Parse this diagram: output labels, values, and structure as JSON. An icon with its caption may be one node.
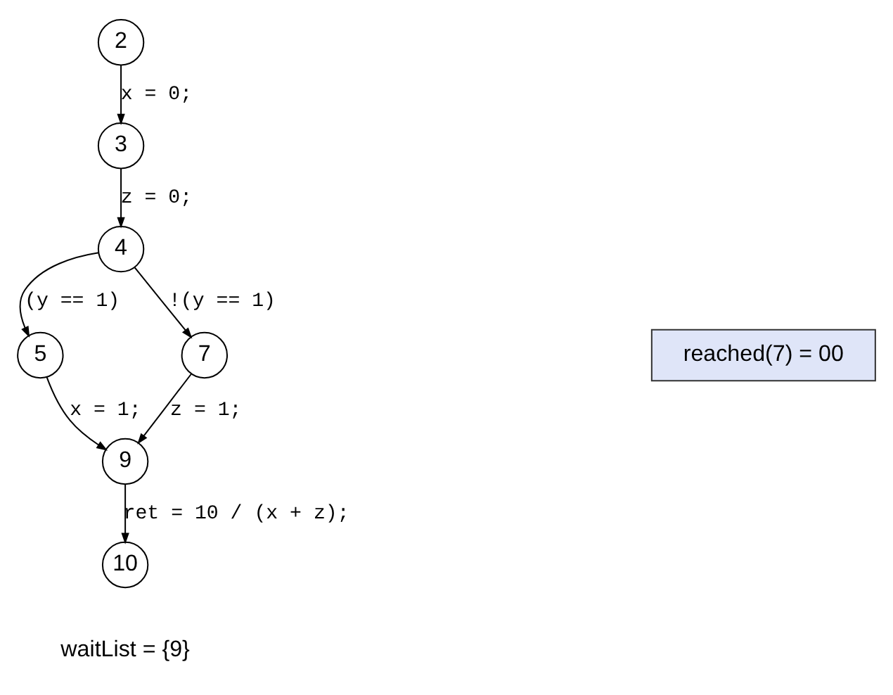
{
  "diagram": {
    "nodes": [
      {
        "text": [
          "2"
        ]
      },
      {
        "text": [
          "3"
        ]
      },
      {
        "text": [
          "4"
        ]
      },
      {
        "text": [
          "5"
        ]
      },
      {
        "text": [
          "7"
        ]
      },
      {
        "text": [
          "9"
        ]
      },
      {
        "text": [
          "10"
        ]
      },
      {
        "text": [
          "reached(7) = 00"
        ]
      }
    ],
    "edges": [
      {
        "from": 0,
        "to": 1,
        "arrow": "to",
        "label": "x = 0;"
      },
      {
        "from": 1,
        "to": 2,
        "arrow": "to",
        "label": "z = 0;"
      },
      {
        "from": 2,
        "to": 3,
        "arrow": "to",
        "label": "(y == 1)"
      },
      {
        "from": 2,
        "to": 4,
        "arrow": "to",
        "label": "!(y == 1)"
      },
      {
        "from": 3,
        "to": 5,
        "arrow": "to",
        "label": "x = 1;"
      },
      {
        "from": 4,
        "to": 5,
        "arrow": "to",
        "label": "z = 1;"
      },
      {
        "from": 5,
        "to": 6,
        "arrow": "to",
        "label": "ret = 10 / (x + z);"
      }
    ],
    "labels": [
      "waitList = {9}"
    ]
  }
}
